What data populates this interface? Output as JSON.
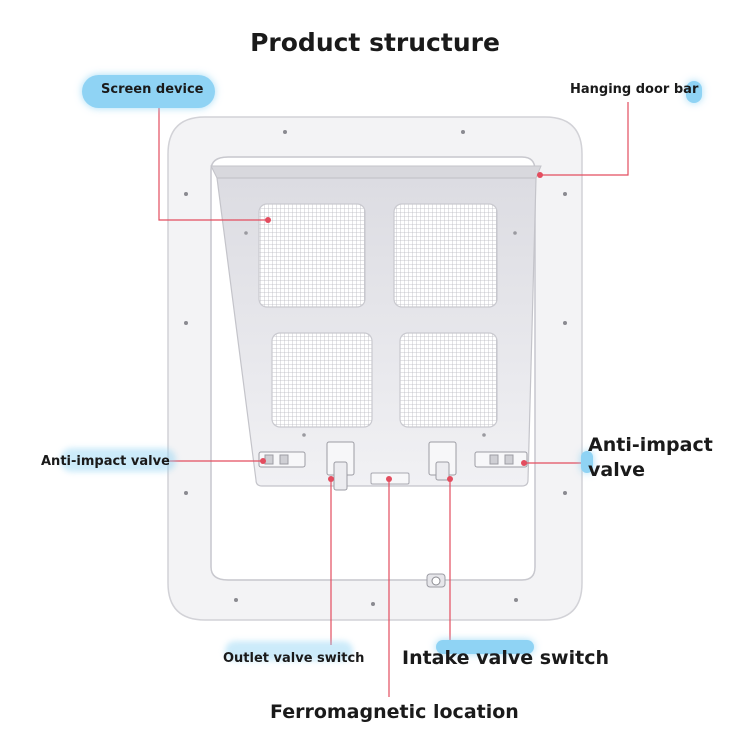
{
  "title": "Product structure",
  "labels": {
    "screen_device": "Screen device",
    "hanging_door_bar": "Hanging door bar",
    "anti_impact_valve_left": "Anti-impact valve",
    "anti_impact_valve_right": "Anti-impact valve",
    "outlet_valve_switch": "Outlet valve switch",
    "intake_valve_switch": "Intake valve switch",
    "ferromagnetic_location": "Ferromagnetic location"
  },
  "colors": {
    "accent_pill": "#8fd3f4",
    "leader_line": "#e34d5f",
    "frame": "#f2f2f4",
    "flap": "#e9e9ee"
  }
}
